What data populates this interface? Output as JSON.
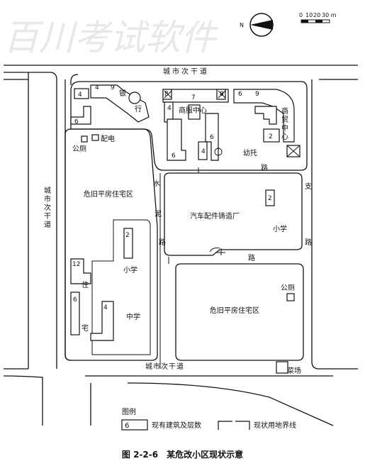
{
  "watermark": "百川考试软件",
  "compass": {
    "north": "N"
  },
  "scale": {
    "ticks": [
      "0",
      "10",
      "20",
      "30 m"
    ]
  },
  "roads": {
    "north_secondary": "城市次干道",
    "west_secondary": "城市次干道",
    "south_secondary": "城市次干道",
    "water_mud_road": [
      "水",
      "泥",
      "路"
    ],
    "branch_road": [
      "支",
      "路"
    ],
    "road_char": "路"
  },
  "zones": {
    "bank": [
      "银",
      "行"
    ],
    "service_center": "商服中心",
    "trade_center": [
      "商",
      "贸",
      "中",
      "心"
    ],
    "kindergarten": "幼托",
    "power": "配电",
    "toilet_nw": "公厕",
    "toilet_se": "公厕",
    "slum_west": "危旧平房住宅区",
    "slum_se": "危旧平房住宅区",
    "factory": "汽车配件铸造厂",
    "primary_school_east": "小学",
    "primary_school_west": "小学",
    "middle_school": "中学",
    "residence": [
      "住",
      "宅"
    ],
    "market": "菜场"
  },
  "building_floors": {
    "bank_a": "4",
    "bank_b": "9",
    "nw_corner": "4",
    "west_tall": "6",
    "svc_left": "8",
    "svc_mid": "7",
    "svc_right": "8",
    "svc_side": "4",
    "svc_low": "6",
    "svc_low2": "6",
    "svc_low3": "4",
    "trade_a": "6",
    "trade_b": "9",
    "kinder": "2",
    "factory_bld": "2",
    "pschool_west": "2",
    "res_12": "12",
    "res_6": "6",
    "mschool_4": "4"
  },
  "legend": {
    "title": "图例",
    "sample_floor": "6",
    "building": "现有建筑及层数",
    "boundary": "现状用地界线"
  },
  "caption": {
    "figure_no": "图 2-2-6",
    "title": "某危改小区现状示意"
  }
}
